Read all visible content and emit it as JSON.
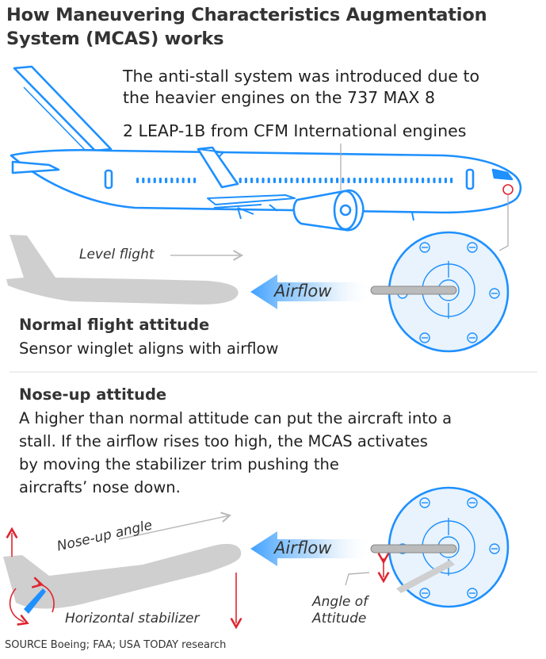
{
  "title": "How Maneuvering Characteristics Augmentation System (MCAS) works",
  "intro": {
    "line1": "The anti-stall system was introduced due to",
    "line2": "the heavier engines on the 737 MAX 8",
    "engines": "2 LEAP-1B from CFM International engines"
  },
  "normal": {
    "level_label": "Level flight",
    "airflow": "Airflow",
    "heading": "Normal flight attitude",
    "description": "Sensor winglet aligns with airflow"
  },
  "noseup": {
    "heading": "Nose-up attitude",
    "lines": [
      "A higher than normal attitude can put the aircraft into a",
      "stall. If the airflow rises too high, the MCAS activates",
      "by moving the stabilizer trim pushing the",
      "aircrafts’ nose down."
    ],
    "angle_label": "Nose-up angle",
    "airflow": "Airflow",
    "stabilizer_label": "Horizontal stabilizer",
    "attitude_line1": "Angle of",
    "attitude_line2": "Attitude"
  },
  "source": "SOURCE Boeing; FAA; USA TODAY research",
  "colors": {
    "blue": "#1e90ff",
    "light_blue": "#e8f3fd",
    "gray": "#c8c8c8",
    "red": "#e0242f"
  }
}
